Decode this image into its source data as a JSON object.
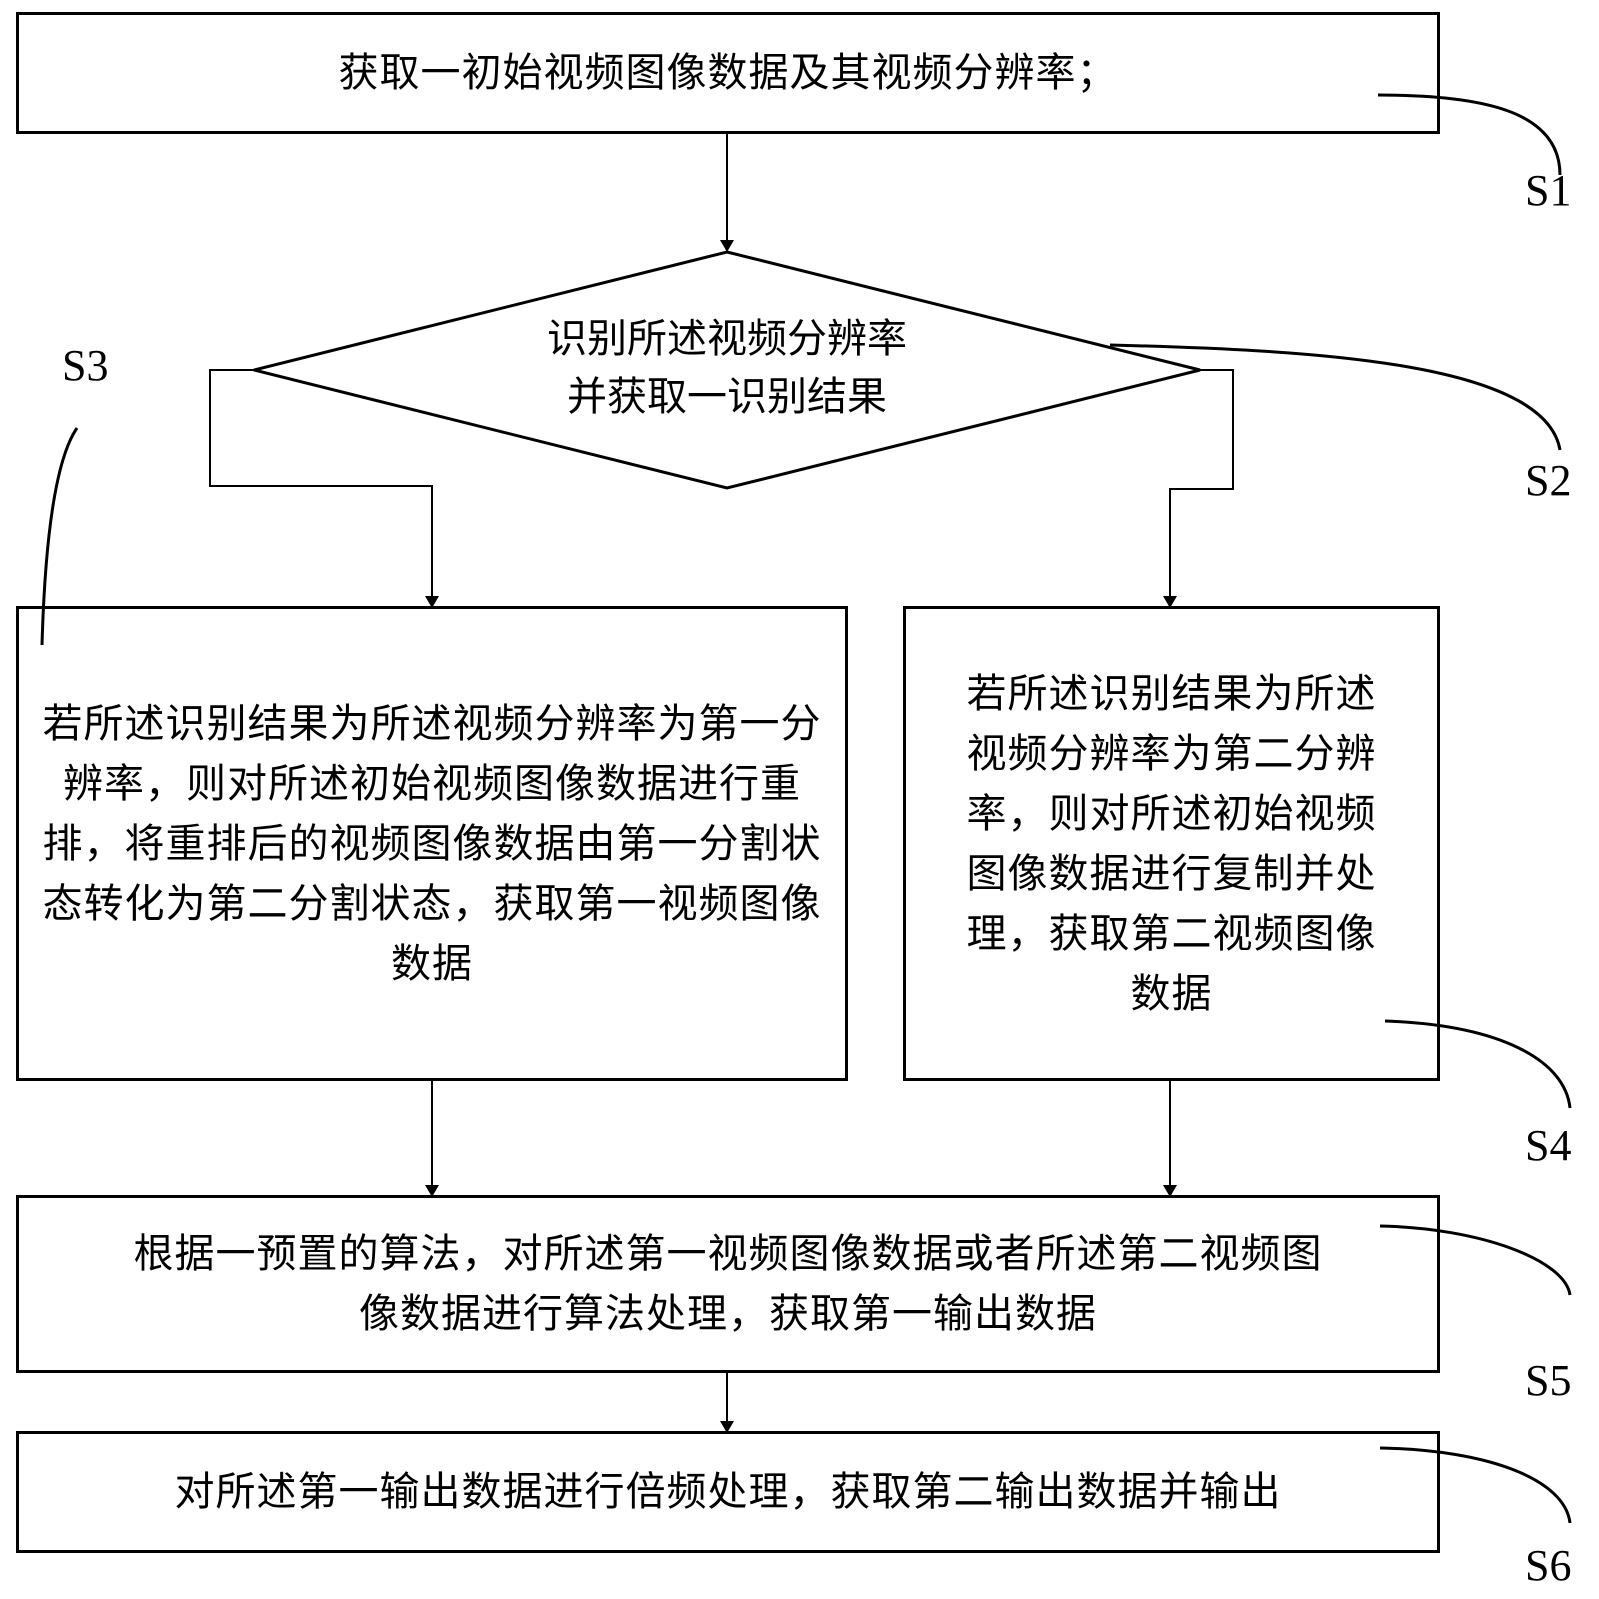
{
  "steps": {
    "s1": {
      "label": "S1",
      "text": "获取一初始视频图像数据及其视频分辨率；"
    },
    "s2": {
      "label": "S2",
      "line1": "识别所述视频分辨率",
      "line2": "并获取一识别结果"
    },
    "s3": {
      "label": "S3",
      "text": "若所述识别结果为所述视频分辨率为第一分辨率，则对所述初始视频图像数据进行重排，将重排后的视频图像数据由第一分割状态转化为第二分割状态，获取第一视频图像数据"
    },
    "s4": {
      "label": "S4",
      "text": "若所述识别结果为所述视频分辨率为第二分辨率，则对所述初始视频图像数据进行复制并处理，获取第二视频图像数据"
    },
    "s5": {
      "label": "S5",
      "text": "根据一预置的算法，对所述第一视频图像数据或者所述第二视频图像数据进行算法处理，获取第一输出数据"
    },
    "s6": {
      "label": "S6",
      "text": "对所述第一输出数据进行倍频处理，获取第二输出数据并输出"
    }
  }
}
